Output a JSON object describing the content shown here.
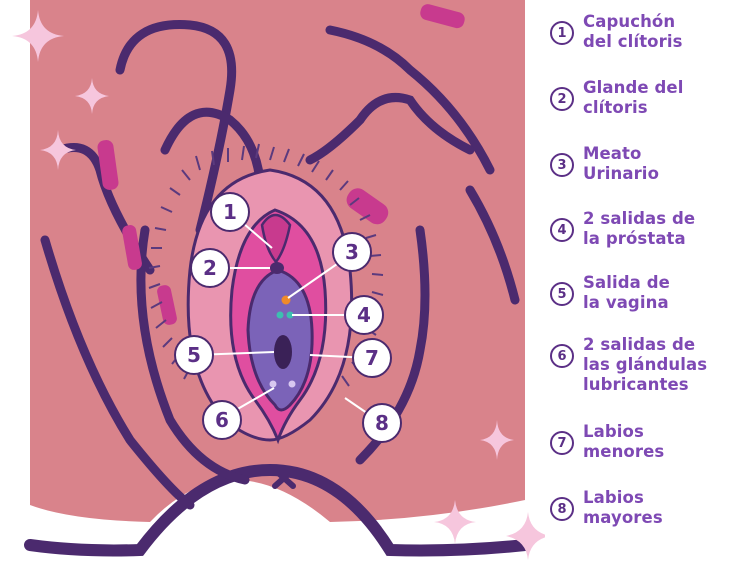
{
  "colors": {
    "skin": "#d9838b",
    "outline": "#4b2a6e",
    "vulva_pink": "#e04ea0",
    "inner_purple": "#7b63b8",
    "legend_text": "#7e49b4",
    "sparkle": "#f6c6dd"
  },
  "callouts": [
    {
      "num": "1"
    },
    {
      "num": "2"
    },
    {
      "num": "3"
    },
    {
      "num": "4"
    },
    {
      "num": "5"
    },
    {
      "num": "6"
    },
    {
      "num": "7"
    },
    {
      "num": "8"
    }
  ],
  "legend": [
    {
      "num": "1",
      "label": "Capuchón\ndel clítoris"
    },
    {
      "num": "2",
      "label": "Glande del\nclítoris"
    },
    {
      "num": "3",
      "label": "Meato\nUrinario"
    },
    {
      "num": "4",
      "label": "2 salidas de\nla próstata"
    },
    {
      "num": "5",
      "label": "Salida de\nla vagina"
    },
    {
      "num": "6",
      "label": "2 salidas de\nlas glándulas\nlubricantes"
    },
    {
      "num": "7",
      "label": "Labios\nmenores"
    },
    {
      "num": "8",
      "label": "Labios\nmayores"
    }
  ],
  "icons": [
    "sparkle-icon",
    "cross-mark-icon"
  ]
}
